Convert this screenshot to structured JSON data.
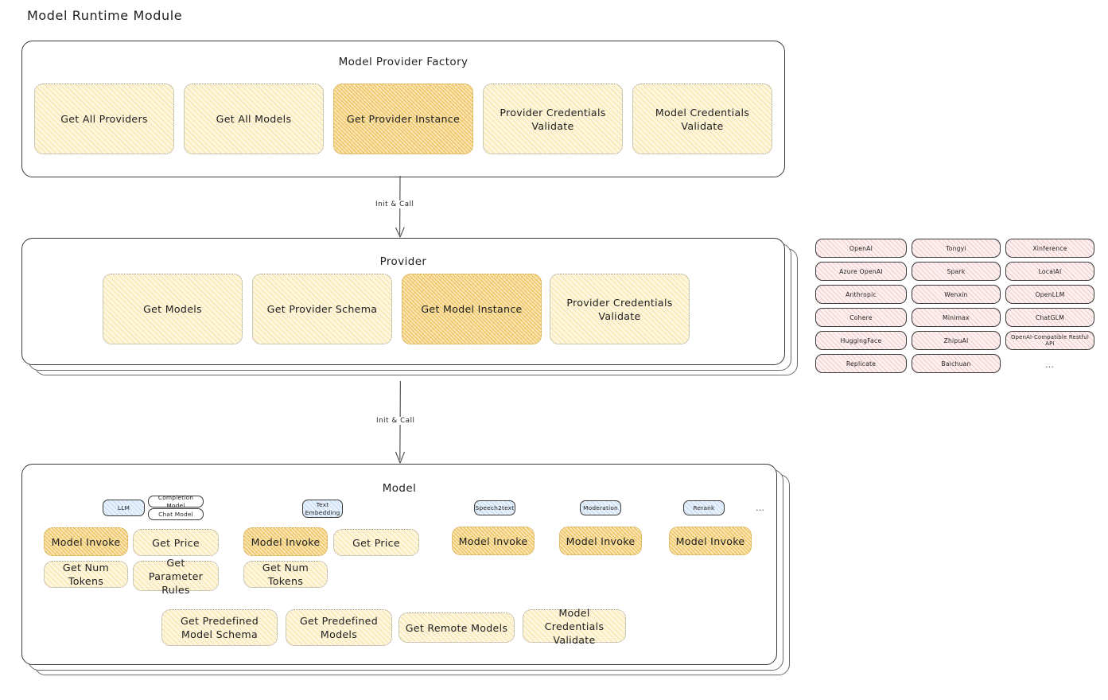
{
  "page": {
    "title": "Model Runtime Module",
    "background": "#ffffff"
  },
  "colors": {
    "card_fill": "#fdf6dd",
    "card_highlight_fill": "#fbe8b8",
    "provider_pill_fill": "#fdf0f0",
    "tag_blue_fill": "#e7f1fb",
    "stroke": "#1e1e1e"
  },
  "factory": {
    "title": "Model Provider Factory",
    "cards": [
      {
        "label": "Get All Providers",
        "highlight": false
      },
      {
        "label": "Get All Models",
        "highlight": false
      },
      {
        "label": "Get Provider Instance",
        "highlight": true
      },
      {
        "label": "Provider Credentials Validate",
        "highlight": false
      },
      {
        "label": "Model Credentials Validate",
        "highlight": false
      }
    ]
  },
  "arrow_factory_to_provider": {
    "label": "Init & Call"
  },
  "provider": {
    "title": "Provider",
    "cards": [
      {
        "label": "Get Models",
        "highlight": false
      },
      {
        "label": "Get Provider Schema",
        "highlight": false
      },
      {
        "label": "Get Model Instance",
        "highlight": true
      },
      {
        "label": "Provider Credentials Validate",
        "highlight": false
      }
    ]
  },
  "arrow_provider_to_model": {
    "label": "Init & Call"
  },
  "provider_list": {
    "columns": [
      [
        "OpenAI",
        "Azure OpenAI",
        "Anthropic",
        "Cohere",
        "HuggingFace",
        "Replicate"
      ],
      [
        "Tongyi",
        "Spark",
        "Wenxin",
        "Minimax",
        "ZhipuAI",
        "Baichuan"
      ],
      [
        "Xinference",
        "LocalAI",
        "OpenLLM",
        "ChatGLM",
        "OpenAI-Compatible Restful API"
      ]
    ],
    "ellipsis": "…"
  },
  "model": {
    "title": "Model",
    "ellipsis": "…",
    "groups": [
      {
        "tags": [
          {
            "label": "LLM",
            "style": "blue"
          },
          {
            "label": "Completion Model",
            "style": "white"
          },
          {
            "label": "Chat Model",
            "style": "white"
          }
        ],
        "cards": [
          {
            "label": "Model Invoke",
            "highlight": true
          },
          {
            "label": "Get Price",
            "highlight": false
          },
          {
            "label": "Get Num Tokens",
            "highlight": false
          },
          {
            "label": "Get Parameter Rules",
            "highlight": false
          }
        ]
      },
      {
        "tags": [
          {
            "label": "Text Embedding",
            "style": "blue"
          }
        ],
        "cards": [
          {
            "label": "Model Invoke",
            "highlight": true
          },
          {
            "label": "Get Price",
            "highlight": false
          },
          {
            "label": "Get Num Tokens",
            "highlight": false
          }
        ]
      },
      {
        "tags": [
          {
            "label": "Speech2text",
            "style": "blue"
          }
        ],
        "cards": [
          {
            "label": "Model Invoke",
            "highlight": true
          }
        ]
      },
      {
        "tags": [
          {
            "label": "Moderation",
            "style": "blue"
          }
        ],
        "cards": [
          {
            "label": "Model Invoke",
            "highlight": true
          }
        ]
      },
      {
        "tags": [
          {
            "label": "Rerank",
            "style": "blue"
          }
        ],
        "cards": [
          {
            "label": "Model Invoke",
            "highlight": true
          }
        ]
      }
    ],
    "shared_cards": [
      {
        "label": "Get Predefined Model Schema",
        "highlight": false
      },
      {
        "label": "Get Predefined Models",
        "highlight": false
      },
      {
        "label": "Get Remote Models",
        "highlight": false
      },
      {
        "label": "Model Credentials Validate",
        "highlight": false
      }
    ]
  }
}
